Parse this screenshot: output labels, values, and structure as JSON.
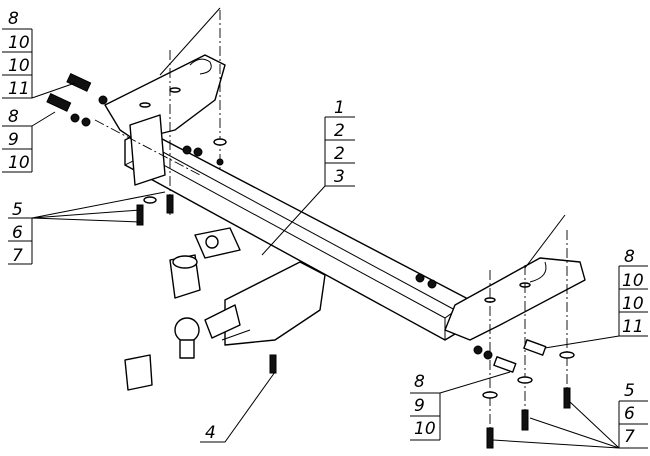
{
  "callouts": {
    "left_top": [
      "8",
      "10",
      "10",
      "11"
    ],
    "left_mid": [
      "8",
      "9",
      "10"
    ],
    "left_bottom": [
      "5",
      "6",
      "7"
    ],
    "center": [
      "1",
      "2",
      "2",
      "3"
    ],
    "right_top": [
      "8",
      "10",
      "10",
      "11"
    ],
    "right_bottom": [
      "5",
      "6",
      "7"
    ],
    "bottom_mid": [
      "8",
      "9",
      "10"
    ],
    "bottom_left": [
      "4"
    ]
  }
}
